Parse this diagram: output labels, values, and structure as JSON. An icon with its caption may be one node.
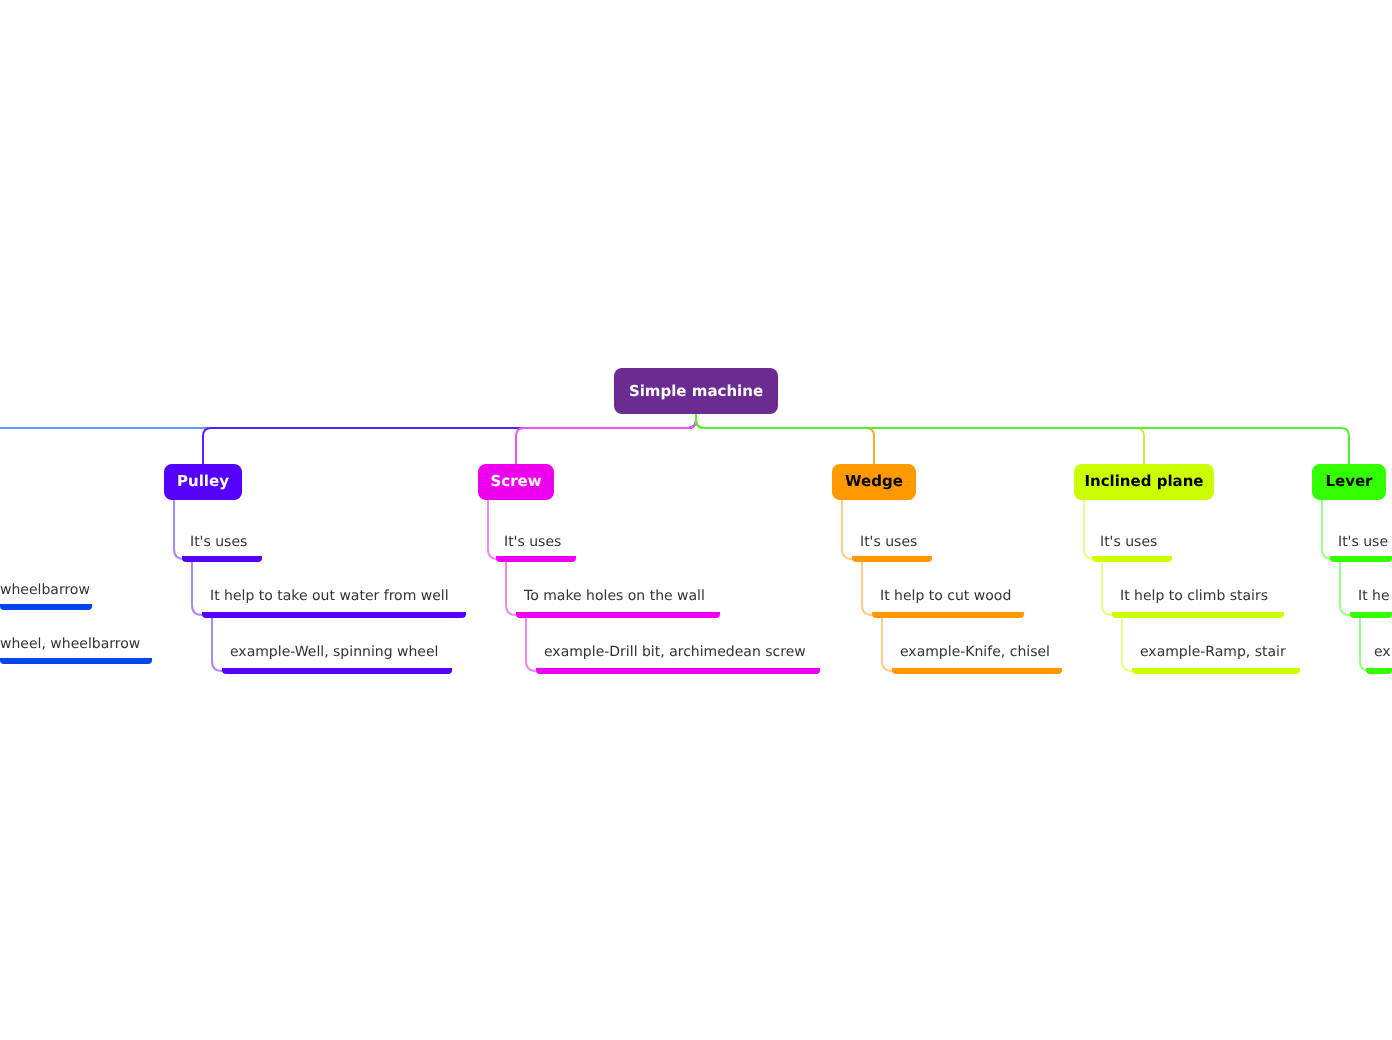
{
  "diagram": {
    "nodes": [
      {
        "text": [
          "Simple machine"
        ]
      },
      {
        "text": [
          "Pulley"
        ]
      },
      {
        "text": [
          "It's uses"
        ]
      },
      {
        "text": [
          "It help to take out water from well"
        ]
      },
      {
        "text": [
          "example-Well, spinning wheel"
        ]
      },
      {
        "text": [
          "Screw"
        ]
      },
      {
        "text": [
          "It's uses"
        ]
      },
      {
        "text": [
          "To make holes on the wall"
        ]
      },
      {
        "text": [
          "example-Drill bit, archimedean screw"
        ]
      },
      {
        "text": [
          "Wedge"
        ]
      },
      {
        "text": [
          "It's uses"
        ]
      },
      {
        "text": [
          "It help to cut wood"
        ]
      },
      {
        "text": [
          "example-Knife, chisel"
        ]
      },
      {
        "text": [
          "Inclined plane"
        ]
      },
      {
        "text": [
          "It's uses"
        ]
      },
      {
        "text": [
          "It help to climb stairs"
        ]
      },
      {
        "text": [
          "example-Ramp, stair"
        ]
      },
      {
        "text": [
          "Lever"
        ]
      },
      {
        "text": [
          "It's use"
        ]
      },
      {
        "text": [
          "It he"
        ]
      },
      {
        "text": [
          "ex"
        ]
      },
      {
        "text": [
          "wheelbarrow"
        ]
      },
      {
        "text": [
          "wheel, wheelbarrow"
        ]
      }
    ],
    "edges": [
      {
        "from": 0,
        "to": null,
        "arrow": "none",
        "color": "#6699ff"
      },
      {
        "from": 0,
        "to": 1,
        "arrow": "none",
        "color": "#5522ff"
      },
      {
        "from": 0,
        "to": 5,
        "arrow": "none",
        "color": "#ee55ee"
      },
      {
        "from": 0,
        "to": 9,
        "arrow": "none",
        "color": "#ffaa33"
      },
      {
        "from": 0,
        "to": 13,
        "arrow": "none",
        "color": "#ccee44"
      },
      {
        "from": 0,
        "to": 17,
        "arrow": "none",
        "color": "#55ee33"
      },
      {
        "from": 1,
        "to": 2,
        "arrow": "none",
        "color": "#aa88ff"
      },
      {
        "from": 2,
        "to": 3,
        "arrow": "none",
        "color": "#aa88ff"
      },
      {
        "from": 3,
        "to": 4,
        "arrow": "none",
        "color": "#aa88ff"
      },
      {
        "from": 5,
        "to": 6,
        "arrow": "none",
        "color": "#f088f0"
      },
      {
        "from": 6,
        "to": 7,
        "arrow": "none",
        "color": "#f088f0"
      },
      {
        "from": 7,
        "to": 8,
        "arrow": "none",
        "color": "#f088f0"
      },
      {
        "from": 9,
        "to": 10,
        "arrow": "none",
        "color": "#ffcc88"
      },
      {
        "from": 10,
        "to": 11,
        "arrow": "none",
        "color": "#ffcc88"
      },
      {
        "from": 11,
        "to": 12,
        "arrow": "none",
        "color": "#ffcc88"
      },
      {
        "from": 13,
        "to": 14,
        "arrow": "none",
        "color": "#e6ff88"
      },
      {
        "from": 14,
        "to": 15,
        "arrow": "none",
        "color": "#e6ff88"
      },
      {
        "from": 15,
        "to": 16,
        "arrow": "none",
        "color": "#e6ff88"
      },
      {
        "from": 17,
        "to": 18,
        "arrow": "none",
        "color": "#99ff88"
      },
      {
        "from": 18,
        "to": 19,
        "arrow": "none",
        "color": "#99ff88"
      },
      {
        "from": 19,
        "to": 20,
        "arrow": "none",
        "color": "#99ff88"
      }
    ]
  }
}
